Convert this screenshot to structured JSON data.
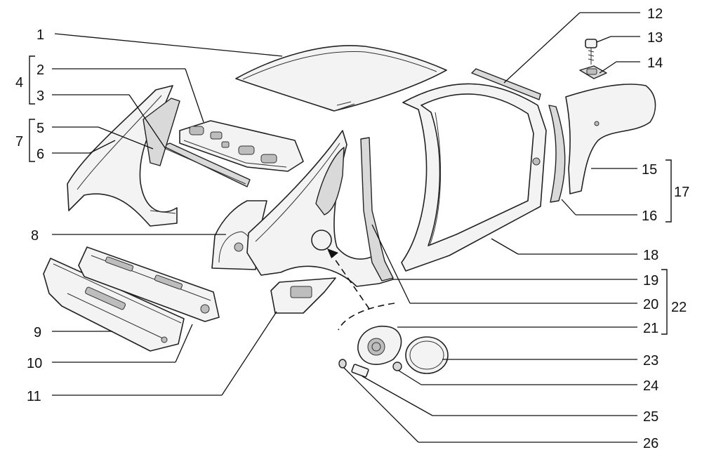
{
  "diagram": {
    "callouts": {
      "c1": "1",
      "c2": "2",
      "c3": "3",
      "c4": "4",
      "c5": "5",
      "c6": "6",
      "c7": "7",
      "c8": "8",
      "c9": "9",
      "c10": "10",
      "c11": "11",
      "c12": "12",
      "c13": "13",
      "c14": "14",
      "c15": "15",
      "c16": "16",
      "c17": "17",
      "c18": "18",
      "c19": "19",
      "c20": "20",
      "c21": "21",
      "c22": "22",
      "c23": "23",
      "c24": "24",
      "c25": "25",
      "c26": "26"
    },
    "colors": {
      "line": "#111111",
      "fill": "#f3f3f3",
      "shade": "#d9d9d9"
    }
  }
}
